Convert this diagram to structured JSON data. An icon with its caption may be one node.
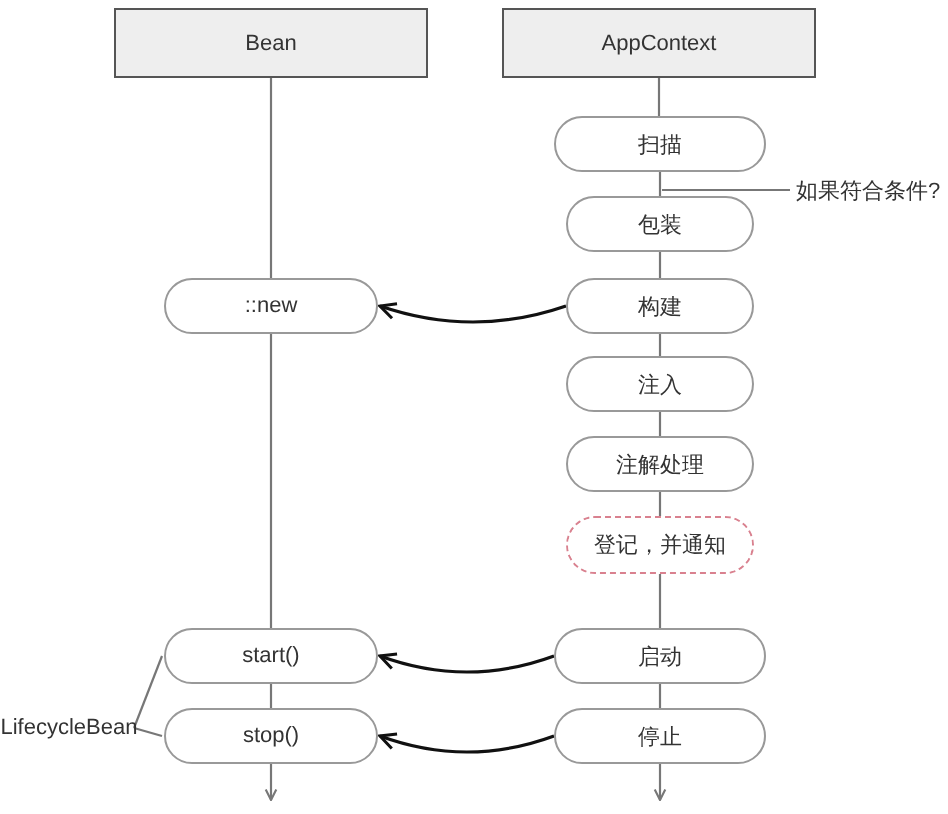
{
  "diagram": {
    "nodes": [
      {
        "text": [
          "Bean"
        ]
      },
      {
        "text": [
          "AppContext"
        ]
      },
      {
        "text": [
          "扫描"
        ]
      },
      {
        "text": [
          "如果符合条件?"
        ]
      },
      {
        "text": [
          "包装"
        ]
      },
      {
        "text": [
          "::new"
        ]
      },
      {
        "text": [
          "构建"
        ]
      },
      {
        "text": [
          "注入"
        ]
      },
      {
        "text": [
          "注解处理"
        ]
      },
      {
        "text": [
          "登记，并通知"
        ]
      },
      {
        "text": [
          "LifecycleBean"
        ]
      },
      {
        "text": [
          "start()"
        ]
      },
      {
        "text": [
          "stop()"
        ]
      },
      {
        "text": [
          "启动"
        ]
      },
      {
        "text": [
          "停止"
        ]
      }
    ],
    "edges": [
      {
        "from": 0,
        "to": 5,
        "arrow": "none"
      },
      {
        "from": 5,
        "to": 11,
        "arrow": "none"
      },
      {
        "from": 11,
        "to": 12,
        "arrow": "none"
      },
      {
        "from": 12,
        "to": null,
        "arrow": "to"
      },
      {
        "from": 1,
        "to": 2,
        "arrow": "none"
      },
      {
        "from": 2,
        "to": 4,
        "arrow": "none"
      },
      {
        "from": 4,
        "to": 6,
        "arrow": "none"
      },
      {
        "from": 6,
        "to": 7,
        "arrow": "none"
      },
      {
        "from": 7,
        "to": 8,
        "arrow": "none"
      },
      {
        "from": 8,
        "to": 9,
        "arrow": "none"
      },
      {
        "from": 9,
        "to": 13,
        "arrow": "none"
      },
      {
        "from": 13,
        "to": 14,
        "arrow": "none"
      },
      {
        "from": 14,
        "to": null,
        "arrow": "to"
      },
      {
        "from": 3,
        "to": 4,
        "arrow": "none"
      },
      {
        "from": 6,
        "to": 5,
        "arrow": "to",
        "color": "#111111"
      },
      {
        "from": 13,
        "to": 11,
        "arrow": "to",
        "color": "#111111"
      },
      {
        "from": 14,
        "to": 12,
        "arrow": "to",
        "color": "#111111"
      },
      {
        "from": 10,
        "to": 11,
        "arrow": "none"
      },
      {
        "from": 10,
        "to": 12,
        "arrow": "none"
      }
    ]
  }
}
